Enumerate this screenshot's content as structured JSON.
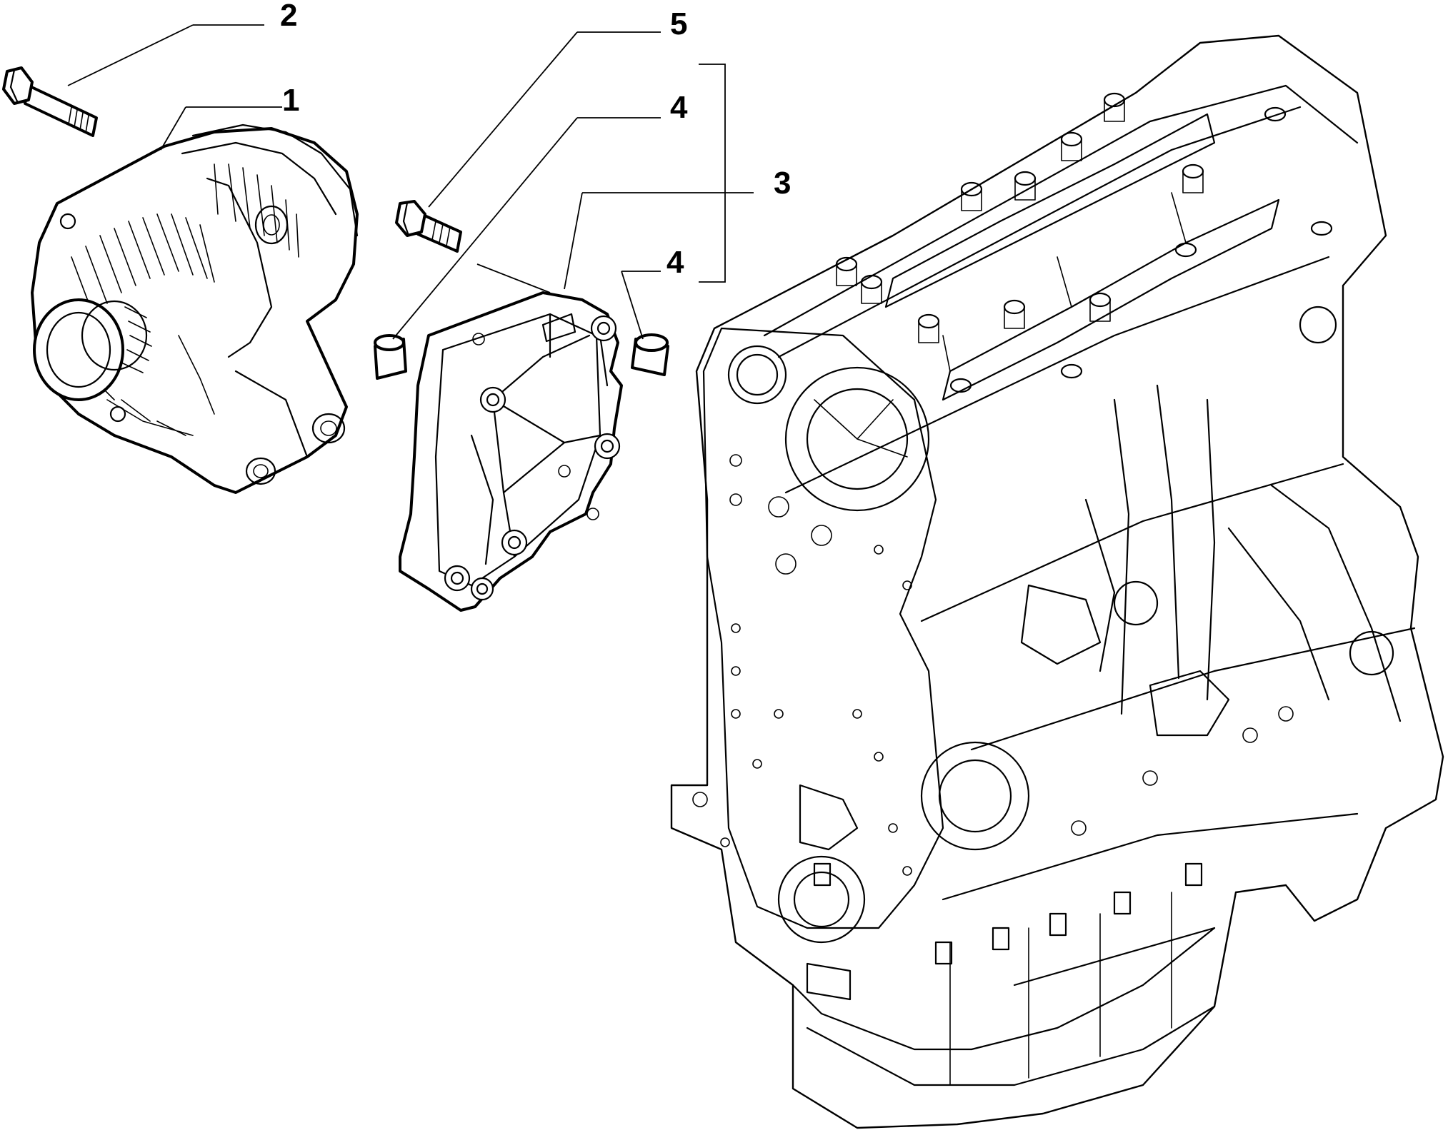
{
  "callouts": {
    "c1": "1",
    "c2": "2",
    "c3": "3",
    "c4a": "4",
    "c4b": "4",
    "c5": "5"
  },
  "parts": [
    {
      "ref": "1",
      "icon": "alternator-icon"
    },
    {
      "ref": "2",
      "icon": "long-bolt-icon"
    },
    {
      "ref": "3",
      "icon": "bracket-icon"
    },
    {
      "ref": "4",
      "icon": "bushing-icon"
    },
    {
      "ref": "5",
      "icon": "short-bolt-icon"
    },
    {
      "ref": "",
      "icon": "engine-block-icon"
    }
  ],
  "colors": {
    "line": "#000000",
    "background": "#ffffff"
  }
}
